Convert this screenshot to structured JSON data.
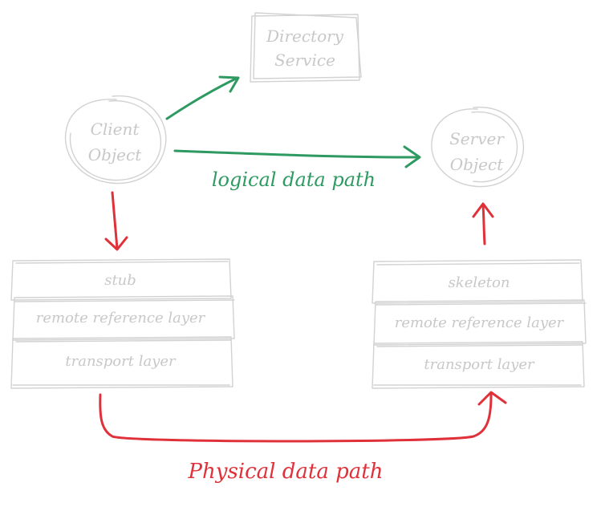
{
  "nodes": {
    "directory_service": {
      "line1": "Directory",
      "line2": "Service"
    },
    "client_object": {
      "line1": "Client",
      "line2": "Object"
    },
    "server_object": {
      "line1": "Server",
      "line2": "Object"
    }
  },
  "client_stack": {
    "layers": [
      "stub",
      "remote reference layer",
      "transport layer"
    ]
  },
  "server_stack": {
    "layers": [
      "skeleton",
      "remote reference layer",
      "transport layer"
    ]
  },
  "paths": {
    "logical_label": "logical data path",
    "physical_label": "Physical data path"
  },
  "colors": {
    "logical": "#2e9a62",
    "physical": "#e0313a",
    "sketch": "#d2d2d2"
  }
}
